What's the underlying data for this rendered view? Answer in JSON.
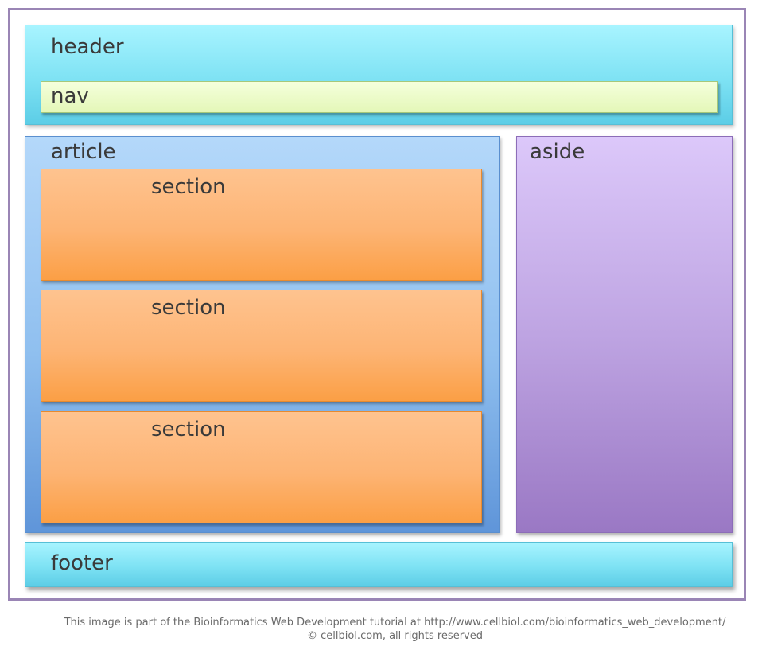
{
  "diagram": {
    "header": "header",
    "nav": "nav",
    "article": "article",
    "sections": [
      "section",
      "section",
      "section"
    ],
    "aside": "aside",
    "footer": "footer"
  },
  "credits": {
    "line1": "This image is part of the Bioinformatics Web Development tutorial at  http://www.cellbiol.com/bioinformatics_web_development/",
    "line2": "© cellbiol.com, all rights reserved"
  },
  "colors": {
    "header": "#7ee2f4",
    "nav": "#e4f7b8",
    "article": "#8fbfef",
    "section": "#fdb474",
    "aside": "#bea4e2",
    "footer": "#7ee2f4",
    "frame": "#9a85b5"
  }
}
